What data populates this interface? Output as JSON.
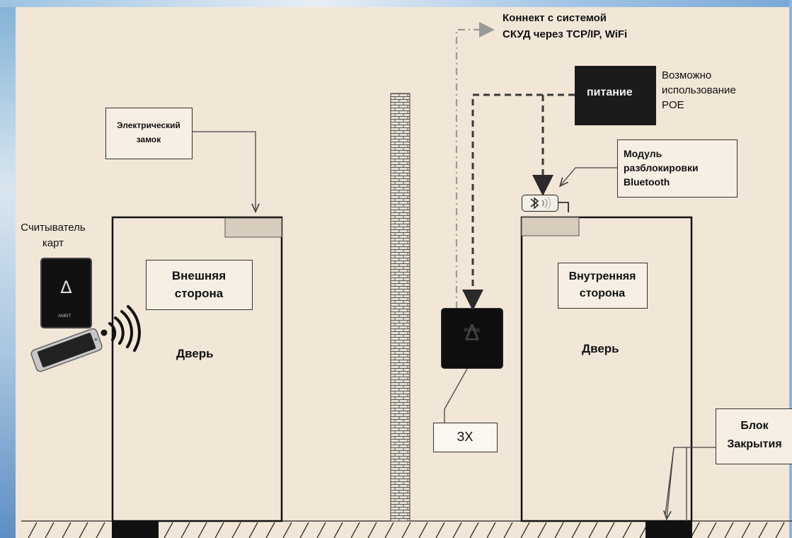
{
  "diagram": {
    "connect_label_line1": "Коннект с системой",
    "connect_label_line2": "СКУД через TCP/IP, WiFi",
    "power_label": "питание",
    "poe_line1": "Возможно",
    "poe_line2": "использование",
    "poe_line3": "POE",
    "bt_module_line1": "Модуль",
    "bt_module_line2": "разблокировки",
    "bt_module_line3": "Bluetooth",
    "electric_lock_line1": "Электрический",
    "electric_lock_line2": "замок",
    "card_reader_line1": "Считыватель",
    "card_reader_line2": "карт",
    "outer_side_line1": "Внешняя",
    "outer_side_line2": "сторона",
    "inner_side_line1": "Внутренняя",
    "inner_side_line2": "сторона",
    "door_left": "Дверь",
    "door_right": "Дверь",
    "zx_label": "ЗХ",
    "lock_block_line1": "Блок",
    "lock_block_line2": "Закрытия",
    "reader_logo": "Δ",
    "reader_brand": "AMBIT",
    "exit_logo": "Δ",
    "exit_small_text": "ВЫХОД"
  },
  "colors": {
    "background": "#f2e6d7",
    "dark_device": "#111111",
    "lock_fill": "#d8ccbd",
    "dashed_line": "#3a3a3a",
    "dashdot_line": "#9a9a9a"
  }
}
